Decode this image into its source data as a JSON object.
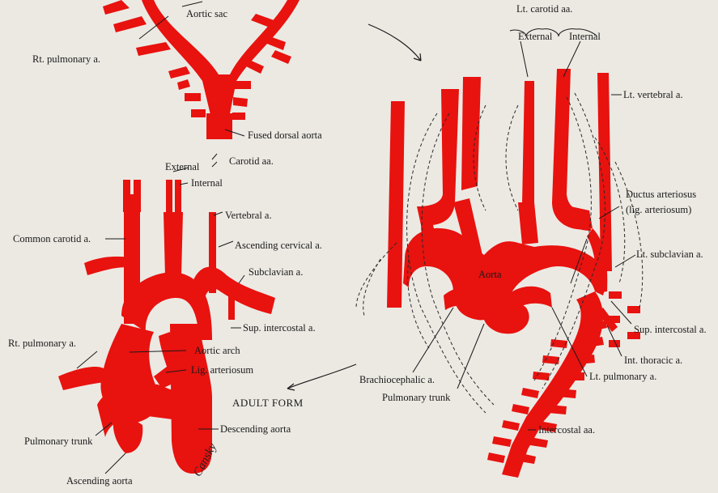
{
  "colors": {
    "artery": "#e8120f",
    "background": "#ece9e3",
    "ink": "#1a1a1a"
  },
  "labels": {
    "aortic_sac": "Aortic sac",
    "rt_pulmonary_top": "Rt. pulmonary a.",
    "fused_dorsal_aorta": "Fused dorsal aorta",
    "carotid_aa": "Carotid aa.",
    "external_left": "External",
    "internal_left": "Internal",
    "vertebral": "Vertebral a.",
    "common_carotid": "Common carotid a.",
    "ascending_cervical": "Ascending cervical a.",
    "subclavian": "Subclavian a.",
    "sup_intercostal_left": "Sup. intercostal a.",
    "rt_pulmonary_bottom": "Rt. pulmonary a.",
    "aortic_arch": "Aortic arch",
    "lig_arteriosum": "Lig. arteriosum",
    "adult_form": "ADULT FORM",
    "descending_aorta": "Descending aorta",
    "pulmonary_trunk_left": "Pulmonary trunk",
    "ascending_aorta": "Ascending aorta",
    "lt_carotid_aa": "Lt. carotid aa.",
    "external_right": "External",
    "internal_right": "Internal",
    "lt_vertebral": "Lt. vertebral a.",
    "ductus_arteriosus": "Ductus arteriosus",
    "lig_arteriosum_paren": "(lig. arteriosum)",
    "lt_subclavian": "Lt. subclavian a.",
    "aorta": "Aorta",
    "sup_intercostal_right": "Sup. intercostal a.",
    "int_thoracic": "Int. thoracic a.",
    "lt_pulmonary": "Lt. pulmonary a.",
    "brachiocephalic": "Brachiocephalic a.",
    "pulmonary_trunk_right": "Pulmonary trunk",
    "intercostal_aa": "Intercostal aa."
  },
  "signature": "Cansky"
}
